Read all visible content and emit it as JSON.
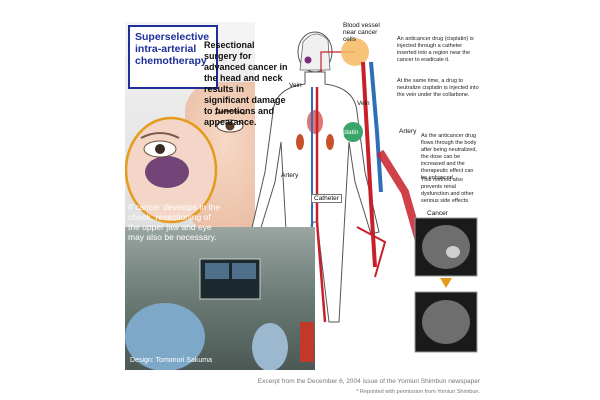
{
  "title": {
    "lines": [
      "Superselective",
      "intra-arterial",
      "chemotherapy"
    ],
    "border_color": "#1e2f9a"
  },
  "resection_text": "Resectional surgery for advanced cancer in the head and neck results in significant damage to functions and appearance.",
  "cheek_text": "If cancer develops in the cheek, resectioning of the upper jaw and eye may also be necessary.",
  "labels": {
    "blood_vessel": "Blood vessel near cancer cells",
    "vein_left": "Vein",
    "vein_right": "Vein",
    "artery_left": "Artery",
    "artery_right": "Artery",
    "catheter": "Catheter",
    "cisplatin": "cisplatin",
    "cancer": "Cancer"
  },
  "notes": [
    "An anticancer drug (cisplatin) is injected through a catheter inserted into a region near the cancer to eradicate it.",
    "At the same time, a drug to neutralize cisplatin is injected into the vein under the collarbone.",
    "As the anticancer drug flows through the body after being neutralized, the dose can be increased and the therapeutic effect can be enhanced.",
    "This method also prevents renal dysfunction and other serious side effects."
  ],
  "design_credit": "Design: Tomonori Sakuma",
  "footer": {
    "excerpt": "Excerpt from the December 6, 2004 issue of the Yomiuri Shimbun newspaper",
    "permission": "* Reprinted with permission from Yomiuri Shimbun."
  },
  "colors": {
    "artery": "#c8202a",
    "vein": "#2e6fb8",
    "drug_green": "#3aa56b",
    "orange_ring": "#e59a1c"
  }
}
